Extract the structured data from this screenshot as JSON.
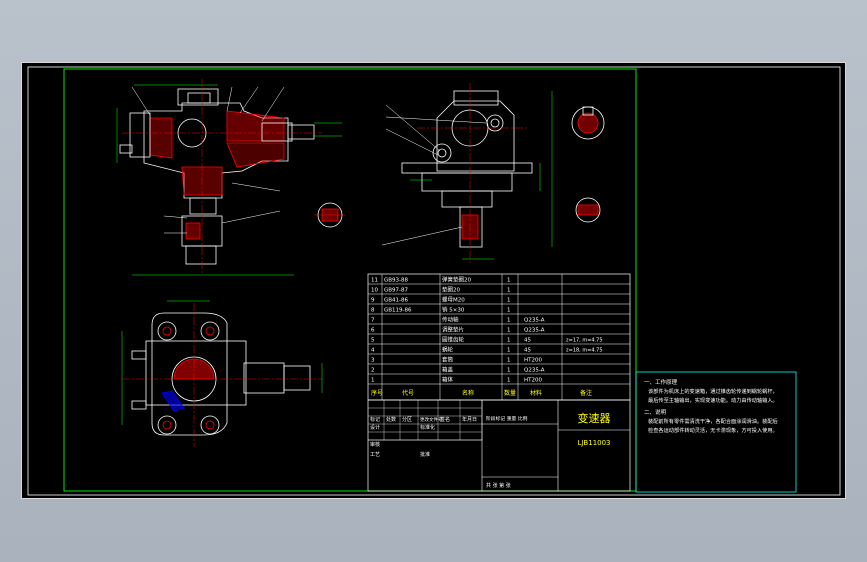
{
  "drawing": {
    "title": "变速器",
    "drawing_no": "LJB11003",
    "bom_rows": [
      {
        "no": "11",
        "code": "GB93-88",
        "name": "弹簧垫圈20",
        "qty": "1",
        "material": "",
        "note": ""
      },
      {
        "no": "10",
        "code": "GB97-87",
        "name": "垫圈20",
        "qty": "1",
        "material": "",
        "note": ""
      },
      {
        "no": "9",
        "code": "GB41-86",
        "name": "螺母M20",
        "qty": "1",
        "material": "",
        "note": ""
      },
      {
        "no": "8",
        "code": "GB119-86",
        "name": "销 5×30",
        "qty": "1",
        "material": "",
        "note": ""
      },
      {
        "no": "7",
        "code": "",
        "name": "传动轴",
        "qty": "1",
        "material": "Q235-A",
        "note": ""
      },
      {
        "no": "6",
        "code": "",
        "name": "调整垫片",
        "qty": "1",
        "material": "Q235-A",
        "note": ""
      },
      {
        "no": "5",
        "code": "",
        "name": "圆锥齿轮",
        "qty": "1",
        "material": "45",
        "note": "z=17, m=4.75"
      },
      {
        "no": "4",
        "code": "",
        "name": "蜗轮",
        "qty": "1",
        "material": "45",
        "note": "z=18, m=4.75"
      },
      {
        "no": "3",
        "code": "",
        "name": "套筒",
        "qty": "1",
        "material": "HT200",
        "note": ""
      },
      {
        "no": "2",
        "code": "",
        "name": "箱盖",
        "qty": "1",
        "material": "Q235-A",
        "note": ""
      },
      {
        "no": "1",
        "code": "",
        "name": "箱体",
        "qty": "1",
        "material": "HT200",
        "note": ""
      }
    ],
    "bom_header": {
      "no": "序号",
      "code": "代号",
      "name": "名称",
      "qty": "数量",
      "material": "材料",
      "note": "备注"
    },
    "tb_labels": {
      "mark": "标记",
      "count": "处数",
      "zone": "分区",
      "change_doc": "更改文件号",
      "sign": "签名",
      "date": "年月日",
      "design": "设计",
      "standard": "标准化",
      "review": "审核",
      "process": "工艺",
      "approve": "批准",
      "stage": "阶段标记",
      "weight": "重量",
      "scale": "比例",
      "sheet": "共 张 第 张"
    },
    "notes_title_1": "一、工作原理",
    "notes_body_1": "该部件为机床上的变速箱，通过锥齿轮传递到蜗轮蜗杆，最后传至主轴输出，实现变速功能。动力由传动轴输入。",
    "notes_title_2": "二、说明",
    "notes_body_2": "装配前所有零件需清洗干净，各配合面涂润滑油。装配后检查各运动部件转动灵活，无卡滞现象，方可投入使用。"
  },
  "colors": {
    "frame": "#00ff00",
    "outline": "#ffffff",
    "section": "#ff0000",
    "center": "#ff0000",
    "dim": "#00ff00",
    "note_border": "#00ffff",
    "yellow": "#ffff00"
  }
}
